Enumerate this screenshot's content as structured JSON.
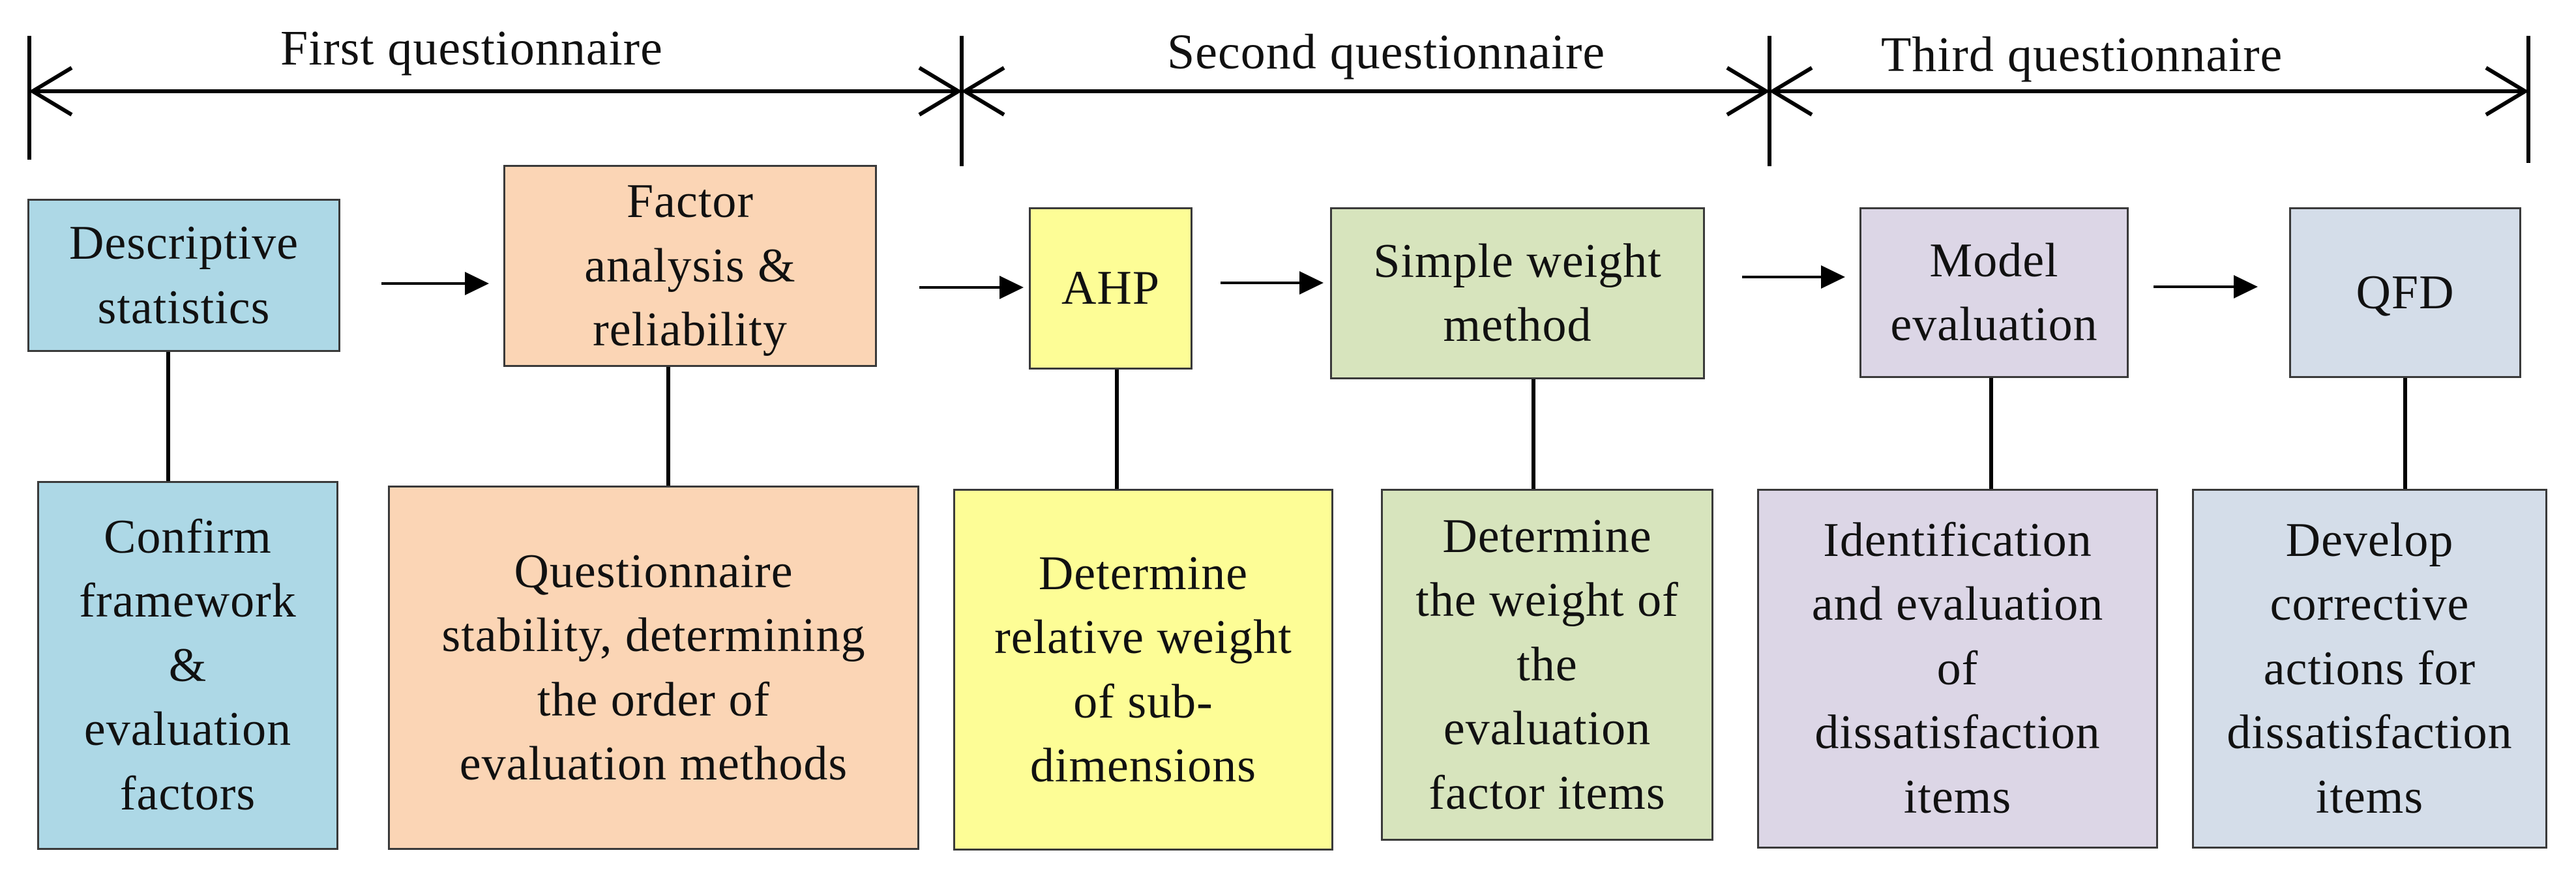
{
  "phases": [
    {
      "label": "First questionnaire"
    },
    {
      "label": "Second questionnaire"
    },
    {
      "label": "Third questionnaire"
    }
  ],
  "methods": [
    {
      "label": "Descriptive\nstatistics",
      "color": "#add8e6"
    },
    {
      "label": "Factor\nanalysis &\nreliability",
      "color": "#fbd5b5"
    },
    {
      "label": "AHP",
      "color": "#fdfd96"
    },
    {
      "label": "Simple weight\nmethod",
      "color": "#d7e4bd"
    },
    {
      "label": "Model\nevaluation",
      "color": "#dcd6e6"
    },
    {
      "label": "QFD",
      "color": "#d4dde9"
    }
  ],
  "outcomes": [
    {
      "label": "Confirm\nframework\n&\nevaluation\nfactors"
    },
    {
      "label": "Questionnaire\nstability, determining\nthe order of\nevaluation methods"
    },
    {
      "label": "Determine\nrelative weight\nof sub-\ndimensions"
    },
    {
      "label": "Determine\nthe weight of\nthe\nevaluation\nfactor items"
    },
    {
      "label": "Identification\nand evaluation\nof\ndissatisfaction\nitems"
    },
    {
      "label": "Develop\ncorrective\nactions for\ndissatisfaction\nitems"
    }
  ]
}
